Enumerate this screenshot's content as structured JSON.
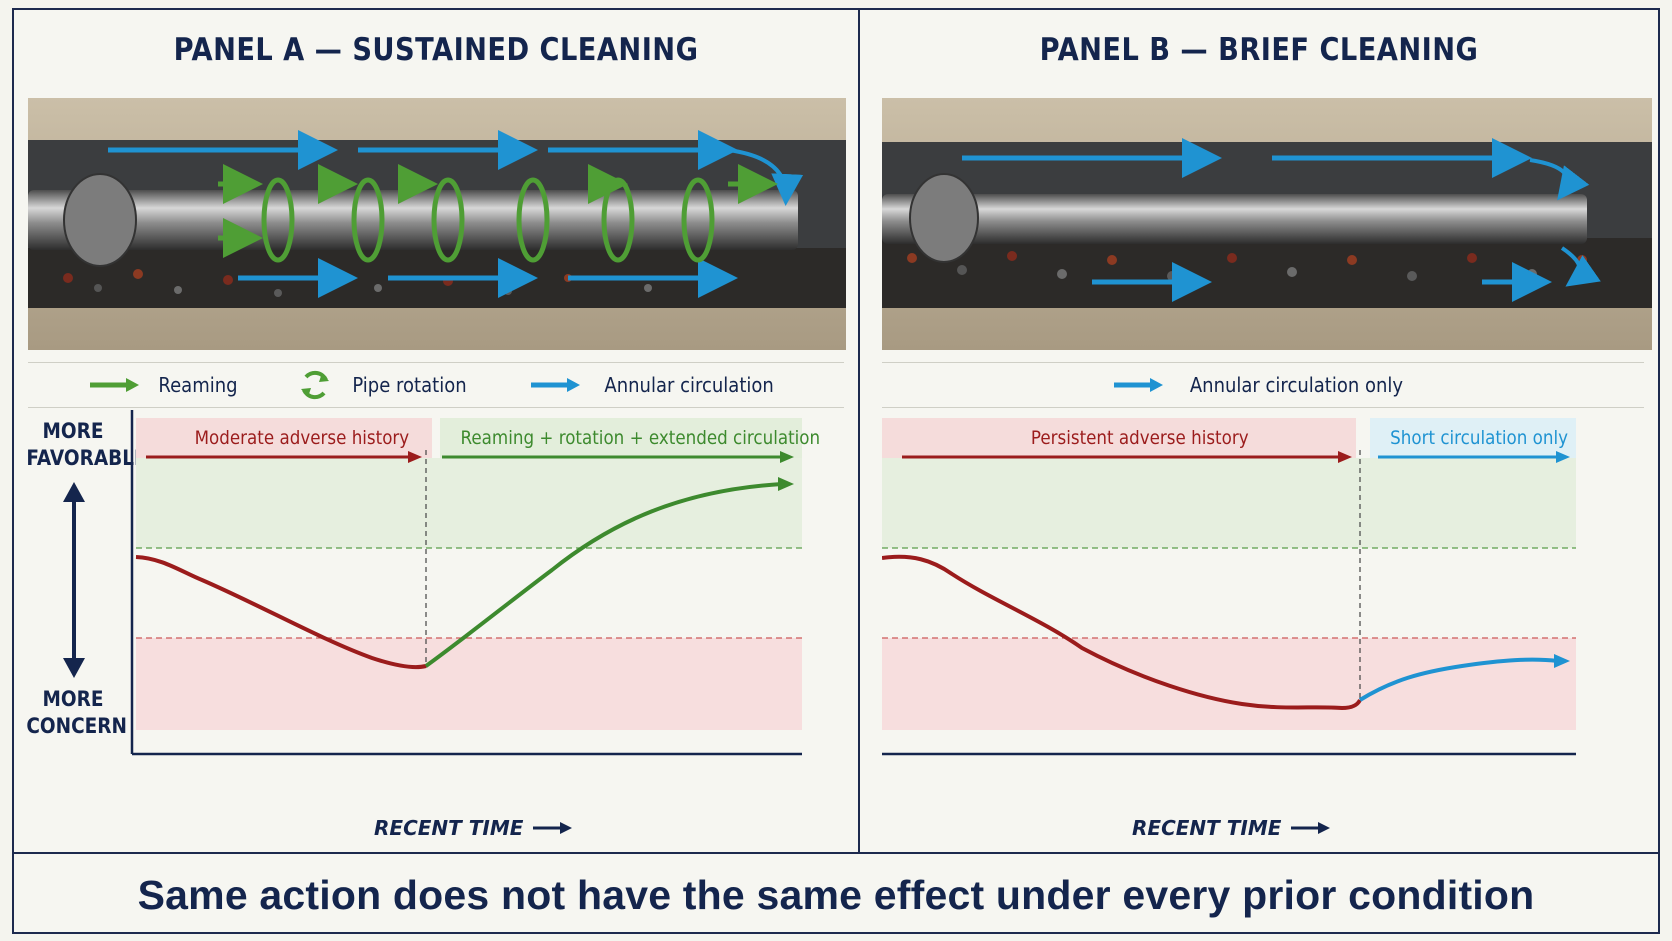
{
  "panel_a": {
    "title": "PANEL A — SUSTAINED CLEANING",
    "legend": [
      {
        "label": "Reaming",
        "icon": "green-arrow-icon",
        "color": "#3d8a2e"
      },
      {
        "label": "Pipe rotation",
        "icon": "rotation-icon",
        "color": "#3d8a2e"
      },
      {
        "label": "Annular circulation",
        "icon": "blue-arrow-icon",
        "color": "#1f93d2"
      }
    ],
    "phases": [
      {
        "label": "Moderate adverse history",
        "color": "#9b1c1c"
      },
      {
        "label": "Reaming + rotation + extended circulation",
        "color": "#3d8a2e"
      }
    ],
    "time_label": "RECENT TIME"
  },
  "panel_b": {
    "title": "PANEL B — BRIEF CLEANING",
    "legend": [
      {
        "label": "Annular circulation only",
        "icon": "blue-arrow-icon",
        "color": "#1f93d2"
      }
    ],
    "phases": [
      {
        "label": "Persistent adverse history",
        "color": "#9b1c1c"
      },
      {
        "label": "Short circulation only",
        "color": "#1f93d2"
      }
    ],
    "time_label": "RECENT TIME"
  },
  "y_axis": {
    "top_line1": "MORE",
    "top_line2": "FAVORABLE",
    "bottom_line1": "MORE",
    "bottom_line2": "CONCERN"
  },
  "footer": "Same action does not have the same effect under every prior condition",
  "colors": {
    "navy": "#14254d",
    "adverse_red": "#9b1c1c",
    "favorable_green": "#3d8a2e",
    "circulation_blue": "#1f93d2",
    "concern_zone": "#f7dede",
    "favorable_zone": "#e6efdf"
  }
}
